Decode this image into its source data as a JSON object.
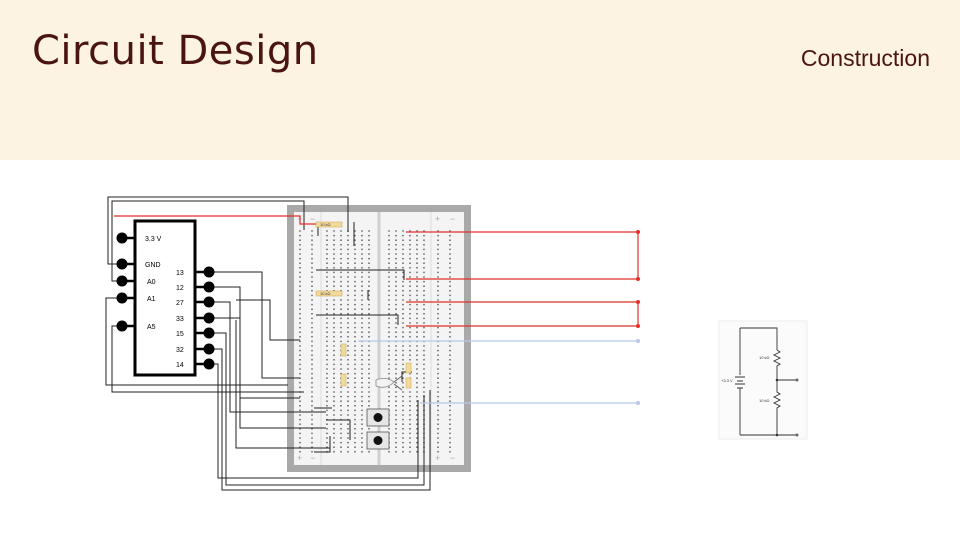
{
  "slide": {
    "title": "Circuit Design",
    "subtitle": "Construction"
  },
  "microcontroller": {
    "left_pins": [
      "3.3 V",
      "GND",
      "A0",
      "A1",
      "A5"
    ],
    "right_pins": [
      "13",
      "12",
      "27",
      "33",
      "15",
      "32",
      "14"
    ]
  },
  "breadboard": {
    "rail_plus": "+",
    "rail_minus": "−",
    "resistor_label": "10 kΩ"
  },
  "schematic": {
    "source_label": "+3.3 V",
    "r1_label": "10 kΩ",
    "r2_label": "10 kΩ"
  },
  "colors": {
    "header_bg": "#fdf3e3",
    "title_color": "#4a1410",
    "red_wire": "#e0322b",
    "blue_wire": "#b7c6e6",
    "breadboard_frame": "#a9a9a9"
  }
}
